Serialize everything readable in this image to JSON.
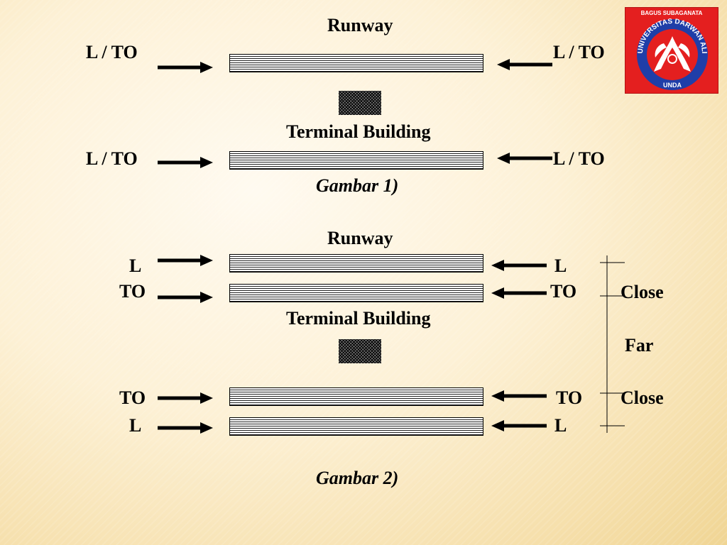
{
  "labels": {
    "runway_top": "Runway",
    "lto_left_1": "L / TO",
    "lto_right_1": "L / TO",
    "terminal_1": "Terminal Building",
    "lto_left_2": "L / TO",
    "lto_right_2": "L / TO",
    "gambar_1": "Gambar 1)",
    "runway_2": "Runway",
    "l_left_a": "L",
    "l_right_a": "L",
    "to_left_a": "TO",
    "to_right_a": "TO",
    "close_top": "Close",
    "terminal_2": "Terminal Building",
    "far": "Far",
    "to_left_b": "TO",
    "to_right_b": "TO",
    "close_bottom": "Close",
    "l_left_b": "L",
    "l_right_b": "L",
    "gambar_2": "Gambar 2)"
  },
  "logo": {
    "header": "BAGUS SUBAGANATA",
    "ring_text": "UNIVERSITAS DARWAN ALI",
    "bottom_text": "UNDA",
    "colors": {
      "background": "#e41f1f",
      "ring": "#1f3ea8"
    }
  },
  "colors": {
    "text": "#000000",
    "arrow": "#000000"
  }
}
